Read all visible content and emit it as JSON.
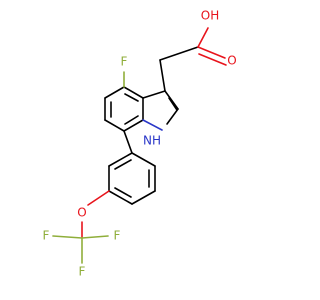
{
  "molecule": {
    "atoms": {
      "fluoro_top": "F",
      "hydroxyl": "OH",
      "carbonyl_oxygen": "O",
      "nh": "NH",
      "ether_oxygen": "O",
      "cf3_fluorine_left": "F",
      "cf3_fluorine_bottom": "F",
      "cf3_fluorine_right": "F"
    },
    "colors": {
      "bond": "#000000",
      "oxygen": "#e8141c",
      "nitrogen": "#2a37c8",
      "fluorine": "#8fae3a"
    }
  }
}
